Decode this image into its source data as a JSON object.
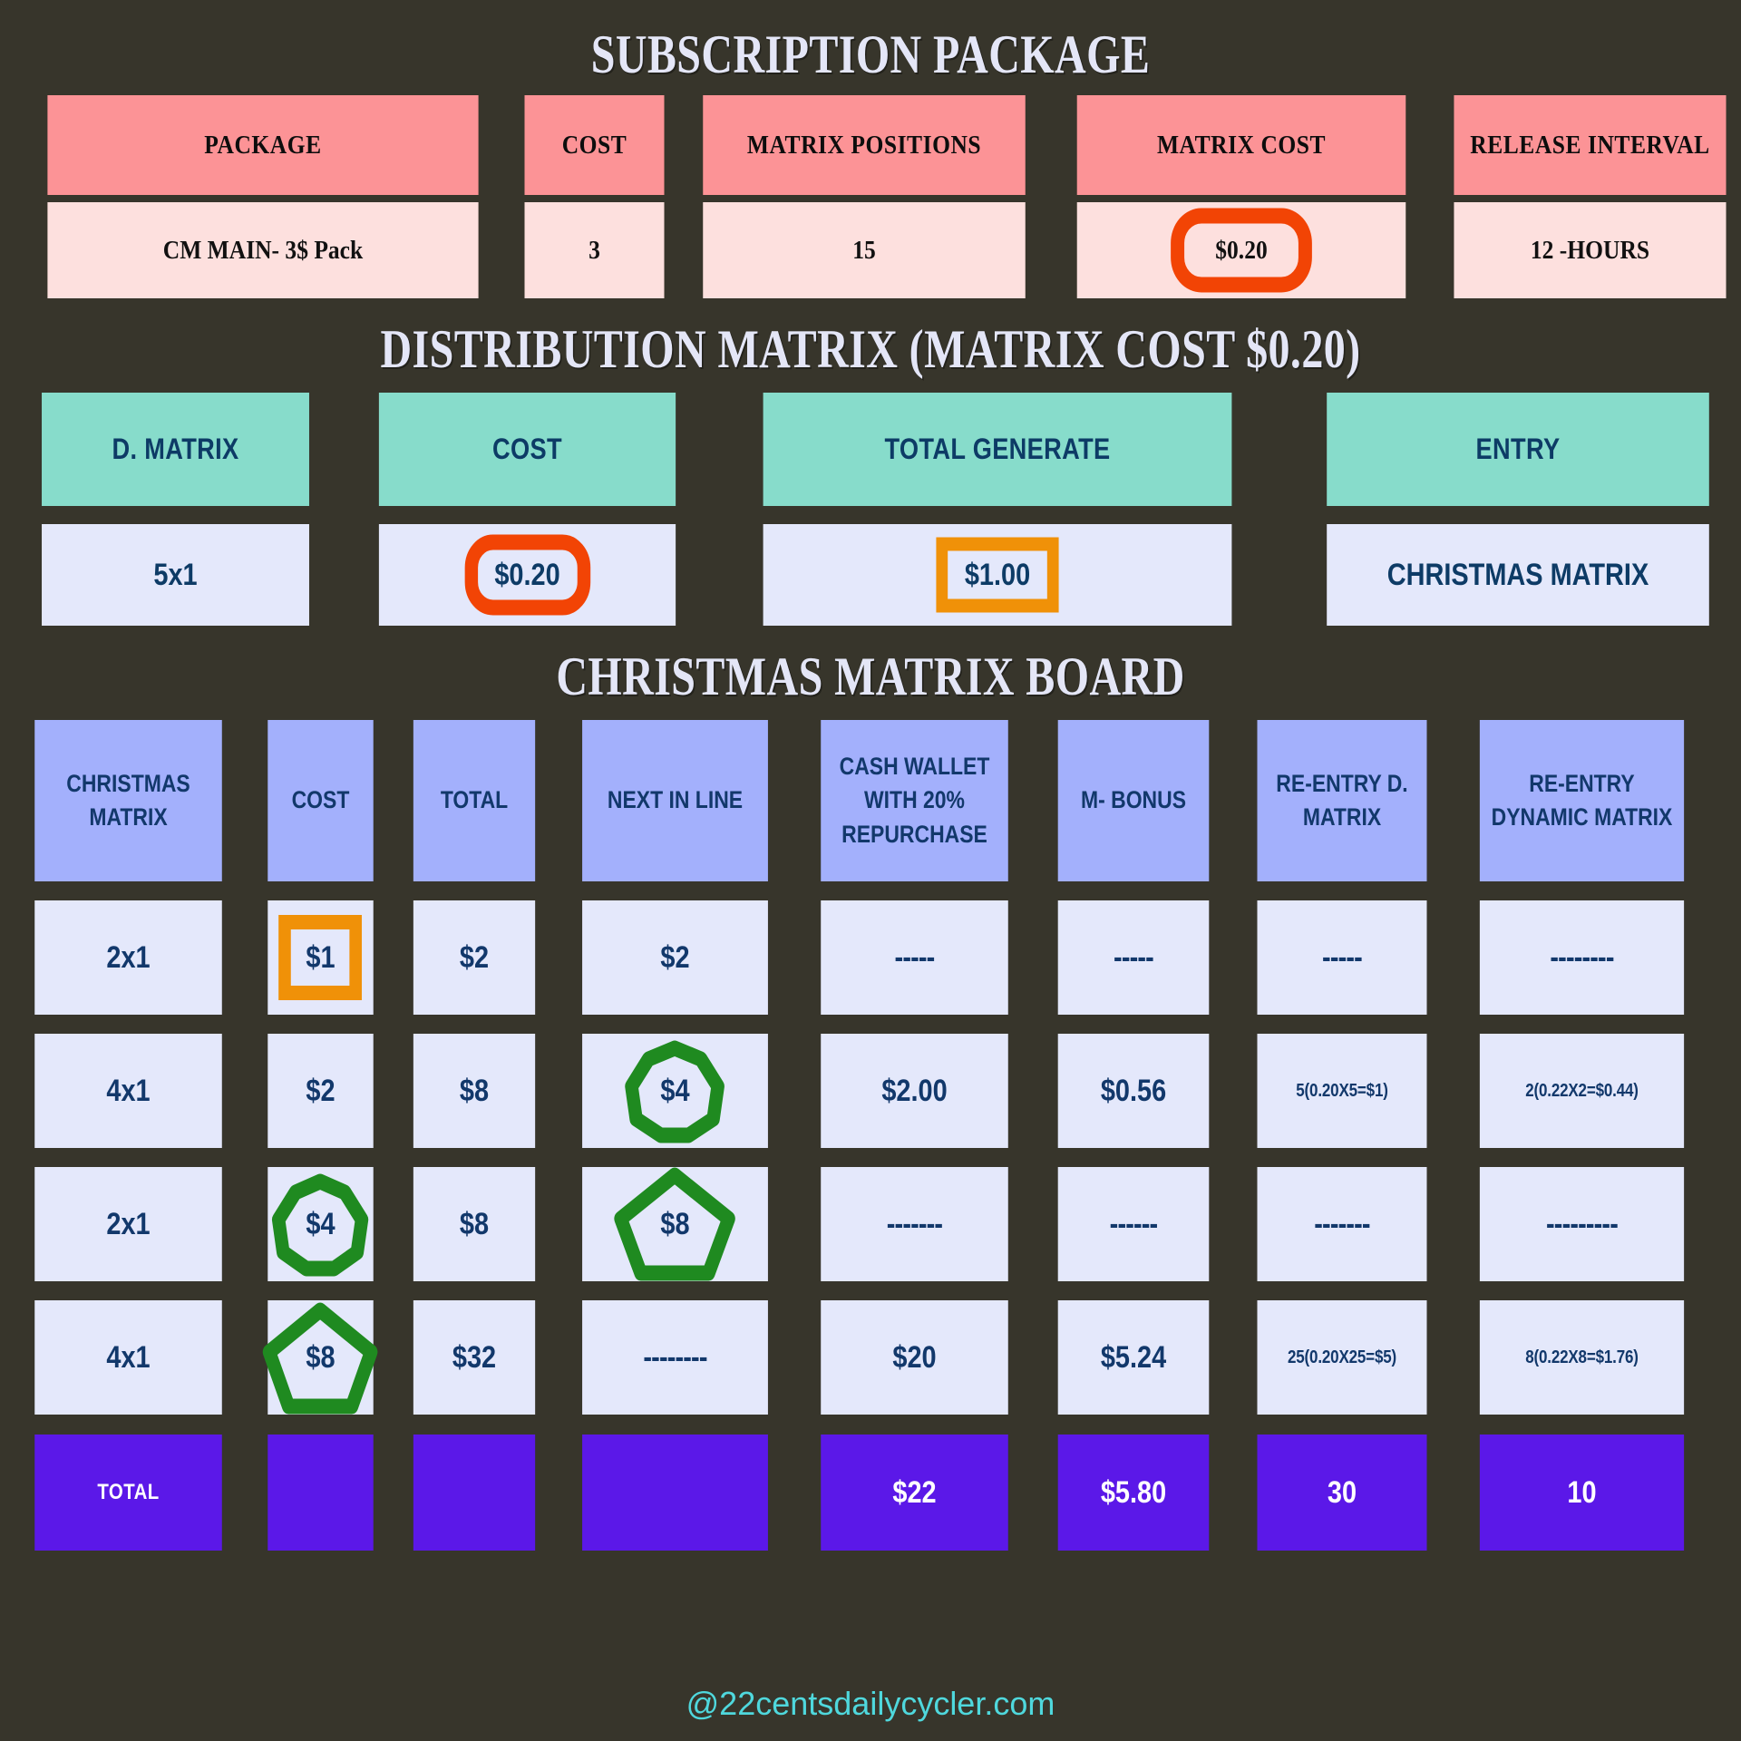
{
  "theme": {
    "background": "#37352b",
    "pink_header": "#fc9396",
    "pink_cell": "#fde0de",
    "teal_header": "#87dccb",
    "light_cell": "#e4e8fb",
    "periwinkle_header": "#a3b0fc",
    "purple_total": "#5b18e8",
    "navy_text": "#12386b",
    "orange_highlight": "#f07800",
    "orange_red_highlight": "#f24405",
    "green_highlight": "#1f8a20",
    "footer_cyan": "#4fd8dd",
    "title_color": "#e4e6f7"
  },
  "subscription": {
    "title": "SUBSCRIPTION PACKAGE",
    "headers": [
      "PACKAGE",
      "COST",
      "MATRIX POSITIONS",
      "MATRIX COST",
      "RELEASE INTERVAL"
    ],
    "row": {
      "package": "CM MAIN- 3$ Pack",
      "cost": "3",
      "matrix_positions": "15",
      "matrix_cost": "$0.20",
      "release_interval": "12 -HOURS"
    }
  },
  "distribution": {
    "title": "DISTRIBUTION MATRIX (MATRIX COST $0.20)",
    "headers": [
      "D. MATRIX",
      "COST",
      "TOTAL GENERATE",
      "ENTRY"
    ],
    "row": {
      "d_matrix": "5x1",
      "cost": "$0.20",
      "total_generate": "$1.00",
      "entry": "CHRISTMAS MATRIX"
    }
  },
  "board": {
    "title": "CHRISTMAS MATRIX BOARD",
    "headers": [
      "CHRISTMAS MATRIX",
      "COST",
      "TOTAL",
      "NEXT IN LINE",
      "CASH WALLET WITH 20% REPURCHASE",
      "M- BONUS",
      "RE-ENTRY D. MATRIX",
      "RE-ENTRY DYNAMIC MATRIX"
    ],
    "rows": [
      {
        "matrix": "2x1",
        "cost": "$1",
        "total": "$2",
        "next_in_line": "$2",
        "cash_wallet": "-----",
        "m_bonus": "-----",
        "reentry_d_matrix": "-----",
        "reentry_dynamic_matrix": "--------"
      },
      {
        "matrix": "4x1",
        "cost": "$2",
        "total": "$8",
        "next_in_line": "$4",
        "cash_wallet": "$2.00",
        "m_bonus": "$0.56",
        "reentry_d_matrix": "5(0.20X5=$1)",
        "reentry_dynamic_matrix": "2(0.22X2=$0.44)"
      },
      {
        "matrix": "2x1",
        "cost": "$4",
        "total": "$8",
        "next_in_line": "$8",
        "cash_wallet": "-------",
        "m_bonus": "------",
        "reentry_d_matrix": "-------",
        "reentry_dynamic_matrix": "---------"
      },
      {
        "matrix": "4x1",
        "cost": "$8",
        "total": "$32",
        "next_in_line": "--------",
        "cash_wallet": "$20",
        "m_bonus": "$5.24",
        "reentry_d_matrix": "25(0.20X25=$5)",
        "reentry_dynamic_matrix": "8(0.22X8=$1.76)"
      }
    ],
    "total_row": {
      "label": "TOTAL",
      "cost": "",
      "total": "",
      "next_in_line": "",
      "cash_wallet": "$22",
      "m_bonus": "$5.80",
      "reentry_d_matrix": "30",
      "reentry_dynamic_matrix": "10"
    }
  },
  "footer": {
    "handle": "@22centsdailycycler.com"
  }
}
